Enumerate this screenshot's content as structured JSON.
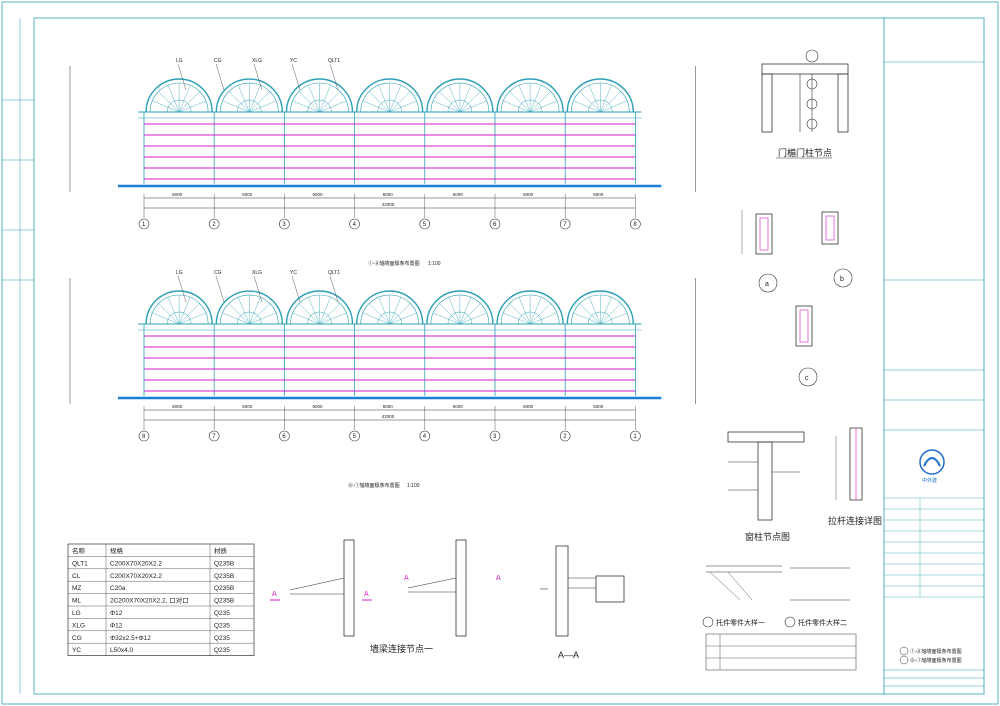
{
  "elevations": [
    {
      "title": "①-⑧轴墙面檩条布置图",
      "scale": "1:100",
      "axes": [
        "1",
        "2",
        "3",
        "4",
        "5",
        "6",
        "7",
        "8"
      ],
      "spans": [
        "6000",
        "6000",
        "6000",
        "6000",
        "6000",
        "6000",
        "6000"
      ],
      "total": "42000",
      "callouts": [
        "LG",
        "CG",
        "XLG",
        "YC",
        "QLT1"
      ]
    },
    {
      "title": "⑧-①轴墙面檩条布置图",
      "scale": "1:100",
      "axes": [
        "8",
        "7",
        "6",
        "5",
        "4",
        "3",
        "2",
        "1"
      ],
      "spans": [
        "6000",
        "6000",
        "6000",
        "6000",
        "6000",
        "6000",
        "6000"
      ],
      "total": "42000",
      "callouts": [
        "LG",
        "CG",
        "XLG",
        "YC",
        "QLT1"
      ]
    }
  ],
  "details": {
    "door_node": "门楣门柱节点",
    "section_a": "a",
    "section_b": "b",
    "section_c": "c",
    "window_node": "窗柱节点图",
    "tie_node": "拉杆连接详图",
    "purlin_node": "墙梁连接节点一",
    "section_aa": "A—A",
    "part1": "托件零件大样一",
    "part2": "托件零件大样二",
    "mark_a": "A"
  },
  "materials": {
    "headers": [
      "名称",
      "规格",
      "材质"
    ],
    "rows": [
      [
        "QLT1",
        "C200X70X20X2.2",
        "Q235B"
      ],
      [
        "CL",
        "C200X70X20X2.2",
        "Q235B"
      ],
      [
        "MZ",
        "C20a",
        "Q235B"
      ],
      [
        "ML",
        "2C200X70X20X2.2, 口对口",
        "Q235B"
      ],
      [
        "LG",
        "Φ12",
        "Q235"
      ],
      [
        "XLG",
        "Φ12",
        "Q235"
      ],
      [
        "CG",
        "Φ32x2.5+Φ12",
        "Q235"
      ],
      [
        "YC",
        "L50x4.0",
        "Q235"
      ]
    ]
  },
  "title_block": {
    "company": "中外建",
    "sheet_title_1": "①-⑧轴墙面檩条布置图",
    "sheet_title_2": "⑧-①轴墙面檩条布置图"
  },
  "colors": {
    "frame": "#2a9fb5",
    "purlin": "#d21cc8",
    "ground": "#1a7fd6",
    "logo": "#1f6fd0"
  }
}
